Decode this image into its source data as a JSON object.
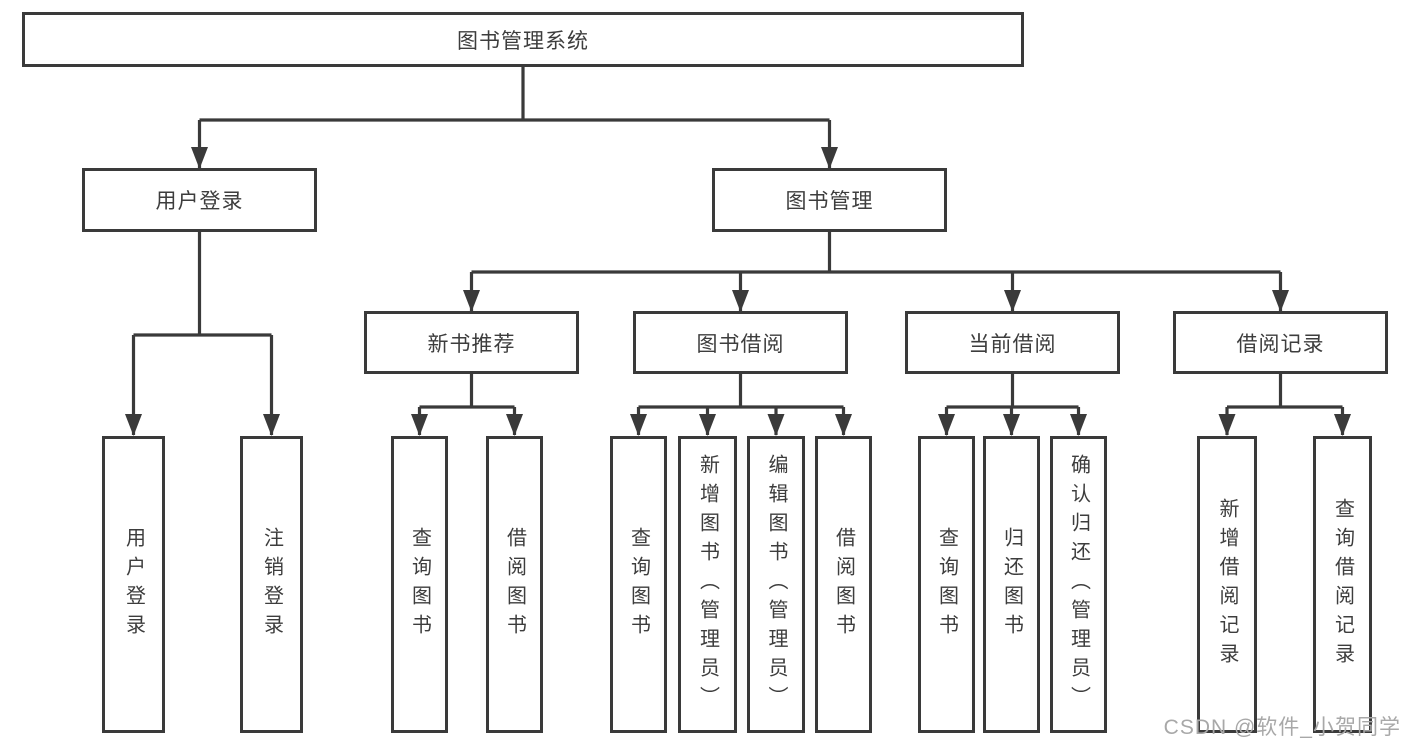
{
  "diagram": {
    "tree": {
      "label": "图书管理系统",
      "children": [
        {
          "label": "用户登录",
          "children": [
            {
              "label": "用户登录"
            },
            {
              "label": "注销登录"
            }
          ]
        },
        {
          "label": "图书管理",
          "children": [
            {
              "label": "新书推荐",
              "children": [
                {
                  "label": "查询图书"
                },
                {
                  "label": "借阅图书"
                }
              ]
            },
            {
              "label": "图书借阅",
              "children": [
                {
                  "label": "查询图书"
                },
                {
                  "label": "新增图书（管理员）"
                },
                {
                  "label": "编辑图书（管理员）"
                },
                {
                  "label": "借阅图书"
                }
              ]
            },
            {
              "label": "当前借阅",
              "children": [
                {
                  "label": "查询图书"
                },
                {
                  "label": "归还图书"
                },
                {
                  "label": "确认归还（管理员）"
                }
              ]
            },
            {
              "label": "借阅记录",
              "children": [
                {
                  "label": "新增借阅记录"
                },
                {
                  "label": "查询借阅记录"
                }
              ]
            }
          ]
        }
      ]
    },
    "colors": {
      "line": "#3a3a3a",
      "box_border": "#3a3a3a",
      "text": "#3d3d3d",
      "watermark": "#a8a8a8",
      "background": "#ffffff"
    }
  },
  "watermark": {
    "text": "CSDN @软件_小贺同学"
  }
}
